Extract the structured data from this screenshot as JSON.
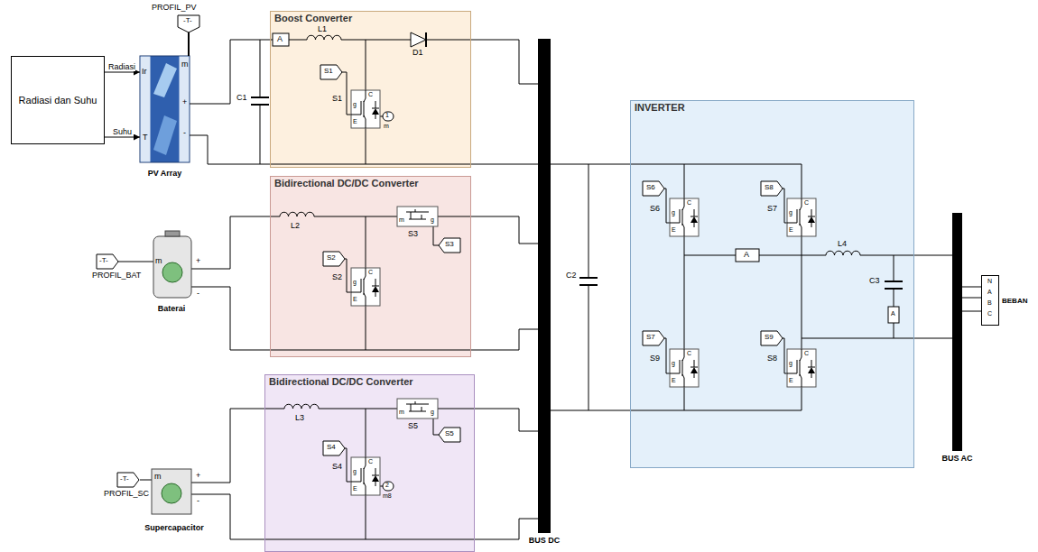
{
  "diagram": {
    "nodes": [
      {
        "text": [
          "Radiasi dan Suhu"
        ]
      },
      {
        "text": [
          "PV Array"
        ]
      },
      {
        "text": [
          "Boost Converter"
        ]
      },
      {
        "text": [
          "Bidirectional DC/DC Converter"
        ]
      },
      {
        "text": [
          "Bidirectional DC/DC Converter"
        ]
      },
      {
        "text": [
          "INVERTER"
        ]
      },
      {
        "text": [
          "Baterai"
        ]
      },
      {
        "text": [
          "Supercapacitor"
        ]
      },
      {
        "text": [
          "BUS DC"
        ]
      },
      {
        "text": [
          "BUS AC"
        ]
      },
      {
        "text": [
          "BEBAN"
        ]
      }
    ],
    "edges": [
      {
        "from": 0,
        "to": 1,
        "arrow": "to",
        "label": "Radiasi"
      },
      {
        "from": 0,
        "to": 1,
        "arrow": "to",
        "label": "Suhu"
      },
      {
        "from": 1,
        "to": 2,
        "arrow": "none"
      },
      {
        "from": 6,
        "to": 3,
        "arrow": "none"
      },
      {
        "from": 7,
        "to": 4,
        "arrow": "none"
      },
      {
        "from": 2,
        "to": 8,
        "arrow": "none"
      },
      {
        "from": 3,
        "to": 8,
        "arrow": "none"
      },
      {
        "from": 4,
        "to": 8,
        "arrow": "none"
      },
      {
        "from": 8,
        "to": 5,
        "arrow": "none"
      },
      {
        "from": 5,
        "to": 9,
        "arrow": "none"
      },
      {
        "from": 9,
        "to": 10,
        "arrow": "none"
      }
    ],
    "labels": [
      "PROFIL_PV",
      "-T-",
      "Ir",
      "T",
      "m",
      "+",
      "-",
      "C1",
      "A",
      "L1",
      "D1",
      "S1",
      "S1",
      "g",
      "C",
      "E",
      "1",
      "m",
      "-T-",
      "PROFIL_BAT",
      "m",
      "+",
      "-",
      "L2",
      "S2",
      "S2",
      "g",
      "C",
      "E",
      "S3",
      "m",
      "g",
      "S3",
      "-T-",
      "PROFIL_SC",
      "m",
      "+",
      "-",
      "L3",
      "S4",
      "S4",
      "g",
      "C",
      "E",
      "2",
      "m8",
      "S5",
      "m",
      "g",
      "S5",
      "C2",
      "S6",
      "S6",
      "g",
      "C",
      "E",
      "S8",
      "S7",
      "g",
      "C",
      "E",
      "S7",
      "S9",
      "g",
      "C",
      "E",
      "S9",
      "S8",
      "g",
      "C",
      "E",
      "A",
      "L4",
      "C3",
      "A",
      "N",
      "A",
      "B",
      "C"
    ]
  }
}
